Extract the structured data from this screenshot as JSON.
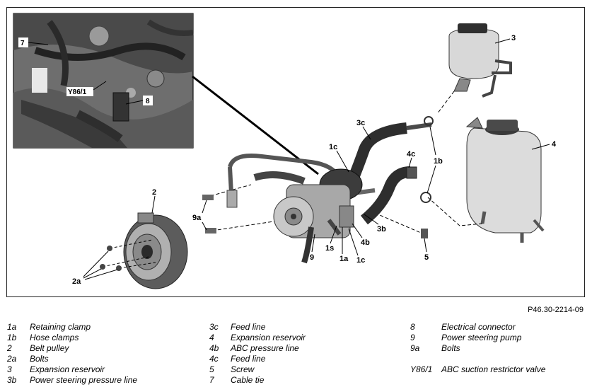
{
  "reference_code": "P46.30-2214-09",
  "callouts": {
    "c7": "7",
    "cY86": "Y86/1",
    "c8": "8",
    "c3": "3",
    "c4": "4",
    "c3c": "3c",
    "c1c_top": "1c",
    "c4c": "4c",
    "c1b": "1b",
    "c2": "2",
    "c9a": "9a",
    "c3b": "3b",
    "c4b": "4b",
    "c1s": "1s",
    "c1a": "1a",
    "c1c_bottom": "1c",
    "c9": "9",
    "c5": "5",
    "c2a": "2a"
  },
  "legend": {
    "col1": [
      {
        "code": "1a",
        "desc": "Retaining clamp"
      },
      {
        "code": "1b",
        "desc": "Hose clamps"
      },
      {
        "code": "2",
        "desc": "Belt pulley"
      },
      {
        "code": "2a",
        "desc": "Bolts"
      },
      {
        "code": "3",
        "desc": "Expansion reservoir"
      },
      {
        "code": "3b",
        "desc": "Power steering pressure line"
      }
    ],
    "col2": [
      {
        "code": "3c",
        "desc": "Feed line"
      },
      {
        "code": "4",
        "desc": "Expansion reservoir"
      },
      {
        "code": "4b",
        "desc": "ABC pressure line"
      },
      {
        "code": "4c",
        "desc": "Feed line"
      },
      {
        "code": "5",
        "desc": "Screw"
      },
      {
        "code": "7",
        "desc": "Cable tie"
      }
    ],
    "col3": [
      {
        "code": "8",
        "desc": "Electrical connector"
      },
      {
        "code": "9",
        "desc": "Power steering pump"
      },
      {
        "code": "9a",
        "desc": "Bolts"
      },
      {
        "code": "",
        "desc": ""
      },
      {
        "code": "Y86/1",
        "desc": "ABC suction restrictor valve"
      }
    ]
  }
}
